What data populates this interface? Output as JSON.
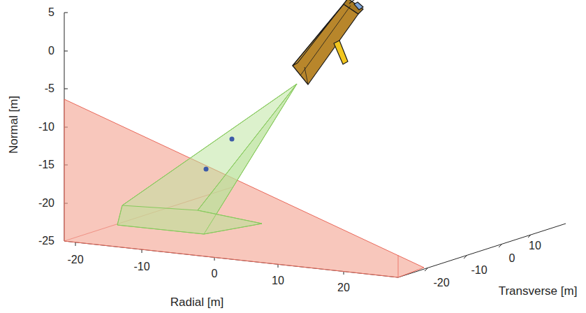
{
  "diagram": {
    "labels": [
      "5",
      "0",
      "-5",
      "-10",
      "-15",
      "-20",
      "-25",
      "Normal [m]",
      "-20",
      "-10",
      "0",
      "10",
      "20",
      "Radial [m]",
      "10",
      "0",
      "-10",
      "-20",
      "Transverse [m]"
    ]
  }
}
